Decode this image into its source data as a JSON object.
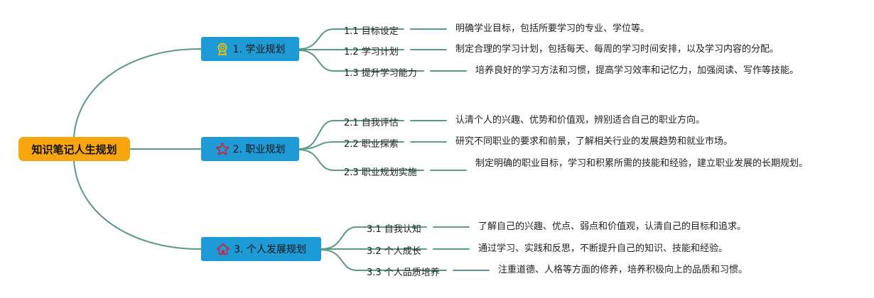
{
  "root": {
    "label": "知识笔记人生规划"
  },
  "branches": [
    {
      "label": "1. 学业规划",
      "icon": "award-ribbon-icon",
      "children": [
        {
          "label": "1.1 目标设定",
          "desc": "明确学业目标，包括所要学习的专业、学位等。"
        },
        {
          "label": "1.2 学习计划",
          "desc": "制定合理的学习计划，包括每天、每周的学习时间安排，以及学习内容的分配。"
        },
        {
          "label": "1.3 提升学习能力",
          "desc": "培养良好的学习方法和习惯，提高学习效率和记忆力，加强阅读、写作等技能。"
        }
      ]
    },
    {
      "label": "2. 职业规划",
      "icon": "star-outline-icon",
      "children": [
        {
          "label": "2.1 自我评估",
          "desc": "认清个人的兴趣、优势和价值观，辨别适合自己的职业方向。"
        },
        {
          "label": "2.2 职业探索",
          "desc": "研究不同职业的要求和前景，了解相关行业的发展趋势和就业市场。"
        },
        {
          "label": "2.3 职业规划实施",
          "desc": "制定明确的职业目标，学习和积累所需的技能和经验，建立职业发展的长期规划。"
        }
      ]
    },
    {
      "label": "3. 个人发展规划",
      "icon": "house-icon",
      "children": [
        {
          "label": "3.1 自我认知",
          "desc": "了解自己的兴趣、优点、弱点和价值观，认清自己的目标和追求。"
        },
        {
          "label": "3.2 个人成长",
          "desc": "通过学习、实践和反思，不断提升自己的知识、技能和经验。"
        },
        {
          "label": "3.3 个人品质培养",
          "desc": "注重道德、人格等方面的修养，培养积极向上的品质和习惯。"
        }
      ]
    }
  ],
  "colors": {
    "root": "#F7A60E",
    "branch": "#1E9BD7",
    "line": "#5A9A82"
  }
}
